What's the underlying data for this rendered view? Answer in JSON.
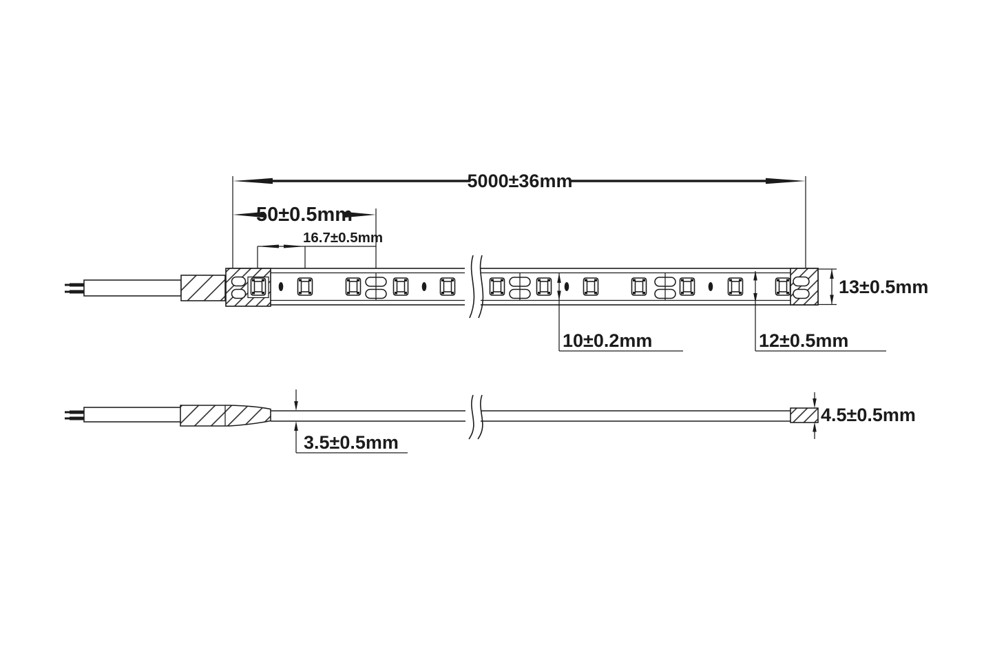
{
  "drawing": {
    "type": "technical-dimension-drawing",
    "subject": "LED strip light with power lead, heat shrink joint and end caps",
    "views": [
      "top-view",
      "side-view"
    ]
  },
  "colors": {
    "ink": "#1b1b1b",
    "background": "#ffffff"
  },
  "labels": {
    "total_length": "5000±36mm",
    "cut_length": "50±0.5mm",
    "led_pitch": "16.7±0.5mm",
    "strip_height": "13±0.5mm",
    "pcb_width": "10±0.2mm",
    "sleeve_width": "12±0.5mm",
    "strip_thickness": "3.5±0.5mm",
    "end_cap_height": "4.5±0.5mm"
  },
  "top_view": {
    "led_y": 416.5,
    "led_x": [
      375,
      443,
      513,
      582,
      650,
      722,
      790,
      858,
      928,
      998,
      1068,
      1137
    ],
    "resistor_x": [
      408,
      616,
      823,
      1032
    ],
    "cut_x": [
      546,
      755,
      966
    ]
  }
}
